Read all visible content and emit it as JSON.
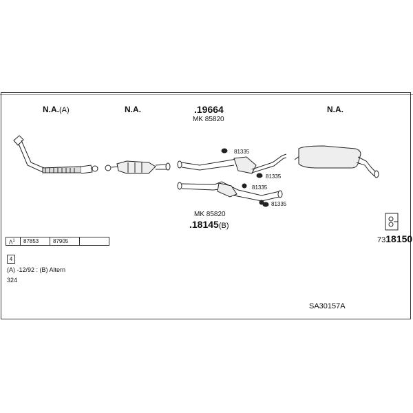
{
  "header": {
    "col1": {
      "label": "N.A.",
      "note": "(A)"
    },
    "col2": {
      "label": "N.A."
    },
    "col3": {
      "part": ".19664",
      "code": "MK 85820"
    },
    "col4": {
      "label": "N.A."
    }
  },
  "clamps": [
    "81335",
    "81335",
    "81335",
    "81335"
  ],
  "lower_part": {
    "code": "MK 85820",
    "part": ".18145",
    "note": "(B)"
  },
  "ref_row": {
    "marker": "Λ",
    "sup": "1",
    "items": [
      "87853",
      "87905",
      ""
    ]
  },
  "mounting": {
    "prefix": "73",
    "number": "18150"
  },
  "notes": {
    "box": "4",
    "line1": "(A) -12/92 : (B) Altern",
    "line2": "324"
  },
  "diagram_id": "SA30157A"
}
